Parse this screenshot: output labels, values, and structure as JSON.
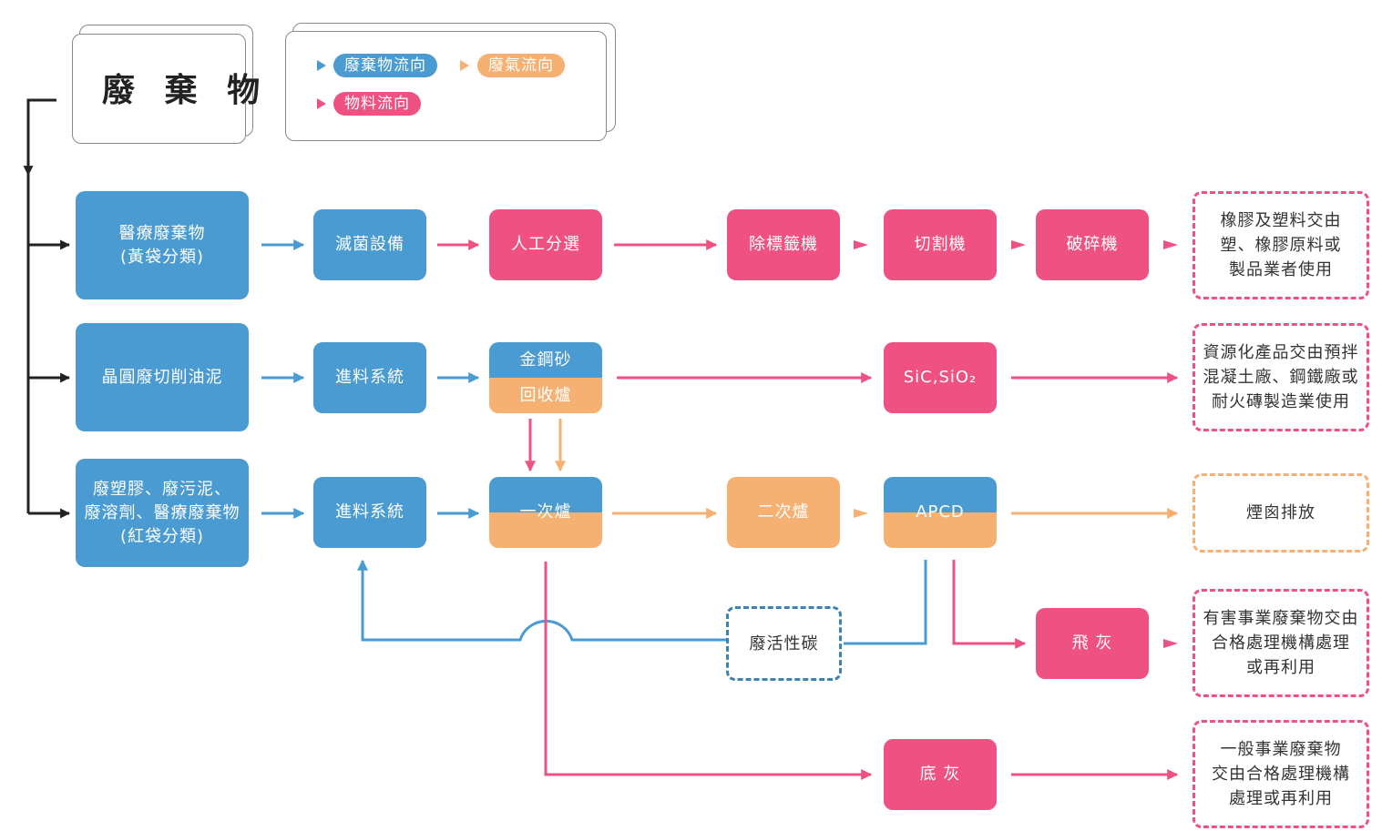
{
  "title": "廢 棄 物",
  "legend": {
    "waste_flow": "廢棄物流向",
    "gas_flow": "廢氣流向",
    "material_flow": "物料流向"
  },
  "colors": {
    "waste_blue": "#4a9bd1",
    "gas_orange": "#f6b072",
    "material_pink": "#ef5282",
    "carbon_blue": "#3b82b5"
  },
  "sources": {
    "medical_yellow": [
      "醫療廢棄物",
      "(黃袋分類)"
    ],
    "wafer": "晶圓廢切削油泥",
    "mixed_red": [
      "廢塑膠、廢污泥、",
      "廢溶劑、醫療廢棄物",
      "(紅袋分類)"
    ]
  },
  "nodes": {
    "sterilize": "滅菌設備",
    "manual_sort": "人工分選",
    "label_removal": "除標籤機",
    "cutter": "切割機",
    "crusher": "破碎機",
    "feed_1": "進料系統",
    "furnace_top": "金鋼砂",
    "furnace_bottom": "回收爐",
    "sic": "SiC,SiO₂",
    "feed_2": "進料系統",
    "primary": "一次爐",
    "secondary": "二次爐",
    "apcd": "APCD",
    "carbon": "廢活性碳",
    "fly_ash": "飛 灰",
    "bottom_ash": "底 灰"
  },
  "outcomes": {
    "rubber": [
      "橡膠及塑料交由",
      "塑、橡膠原料或",
      "製品業者使用"
    ],
    "resource": [
      "資源化產品交由預拌",
      "混凝土廠、鋼鐵廠或",
      "耐火磚製造業使用"
    ],
    "chimney": "煙囪排放",
    "hazard": [
      "有害事業廢棄物交由",
      "合格處理機構處理",
      "或再利用"
    ],
    "general": [
      "一般事業廢棄物",
      "交由合格處理機構",
      "處理或再利用"
    ]
  }
}
